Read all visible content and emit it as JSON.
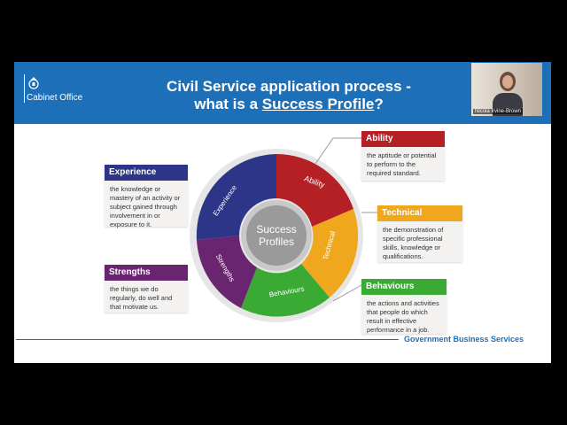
{
  "header": {
    "org": "Cabinet Office",
    "title_line1": "Civil Service application process -",
    "title_prefix": "what is a ",
    "title_link": "Success Profile",
    "title_suffix": "?"
  },
  "wheel": {
    "center_line1": "Success",
    "center_line2": "Profiles",
    "segments": [
      {
        "label": "Ability",
        "color": "#b52025"
      },
      {
        "label": "Technical",
        "color": "#efa81d"
      },
      {
        "label": "Behaviours",
        "color": "#3aaa35"
      },
      {
        "label": "Strengths",
        "color": "#6a2570"
      },
      {
        "label": "Experience",
        "color": "#2c3587"
      }
    ]
  },
  "boxes": {
    "experience": {
      "title": "Experience",
      "text": "the knowledge or mastery of an activity or subject gained through involvement in or exposure to it.",
      "color": "#2c3587"
    },
    "strengths": {
      "title": "Strengths",
      "text": "the things we do regularly, do well and that motivate us.",
      "color": "#6a2570"
    },
    "ability": {
      "title": "Ability",
      "text": "the aptitude or potential to perform to the required standard.",
      "color": "#b52025"
    },
    "technical": {
      "title": "Technical",
      "text": "the demonstration of specific professional skills, knowledge or qualifications.",
      "color": "#efa81d"
    },
    "behaviours": {
      "title": "Behaviours",
      "text": "the actions and activities that people do which result in effective performance in a job.",
      "color": "#3aaa35"
    }
  },
  "footer": {
    "text": "Government Business Services"
  },
  "video": {
    "participant_name": "Nicola Irvine-Brown"
  }
}
